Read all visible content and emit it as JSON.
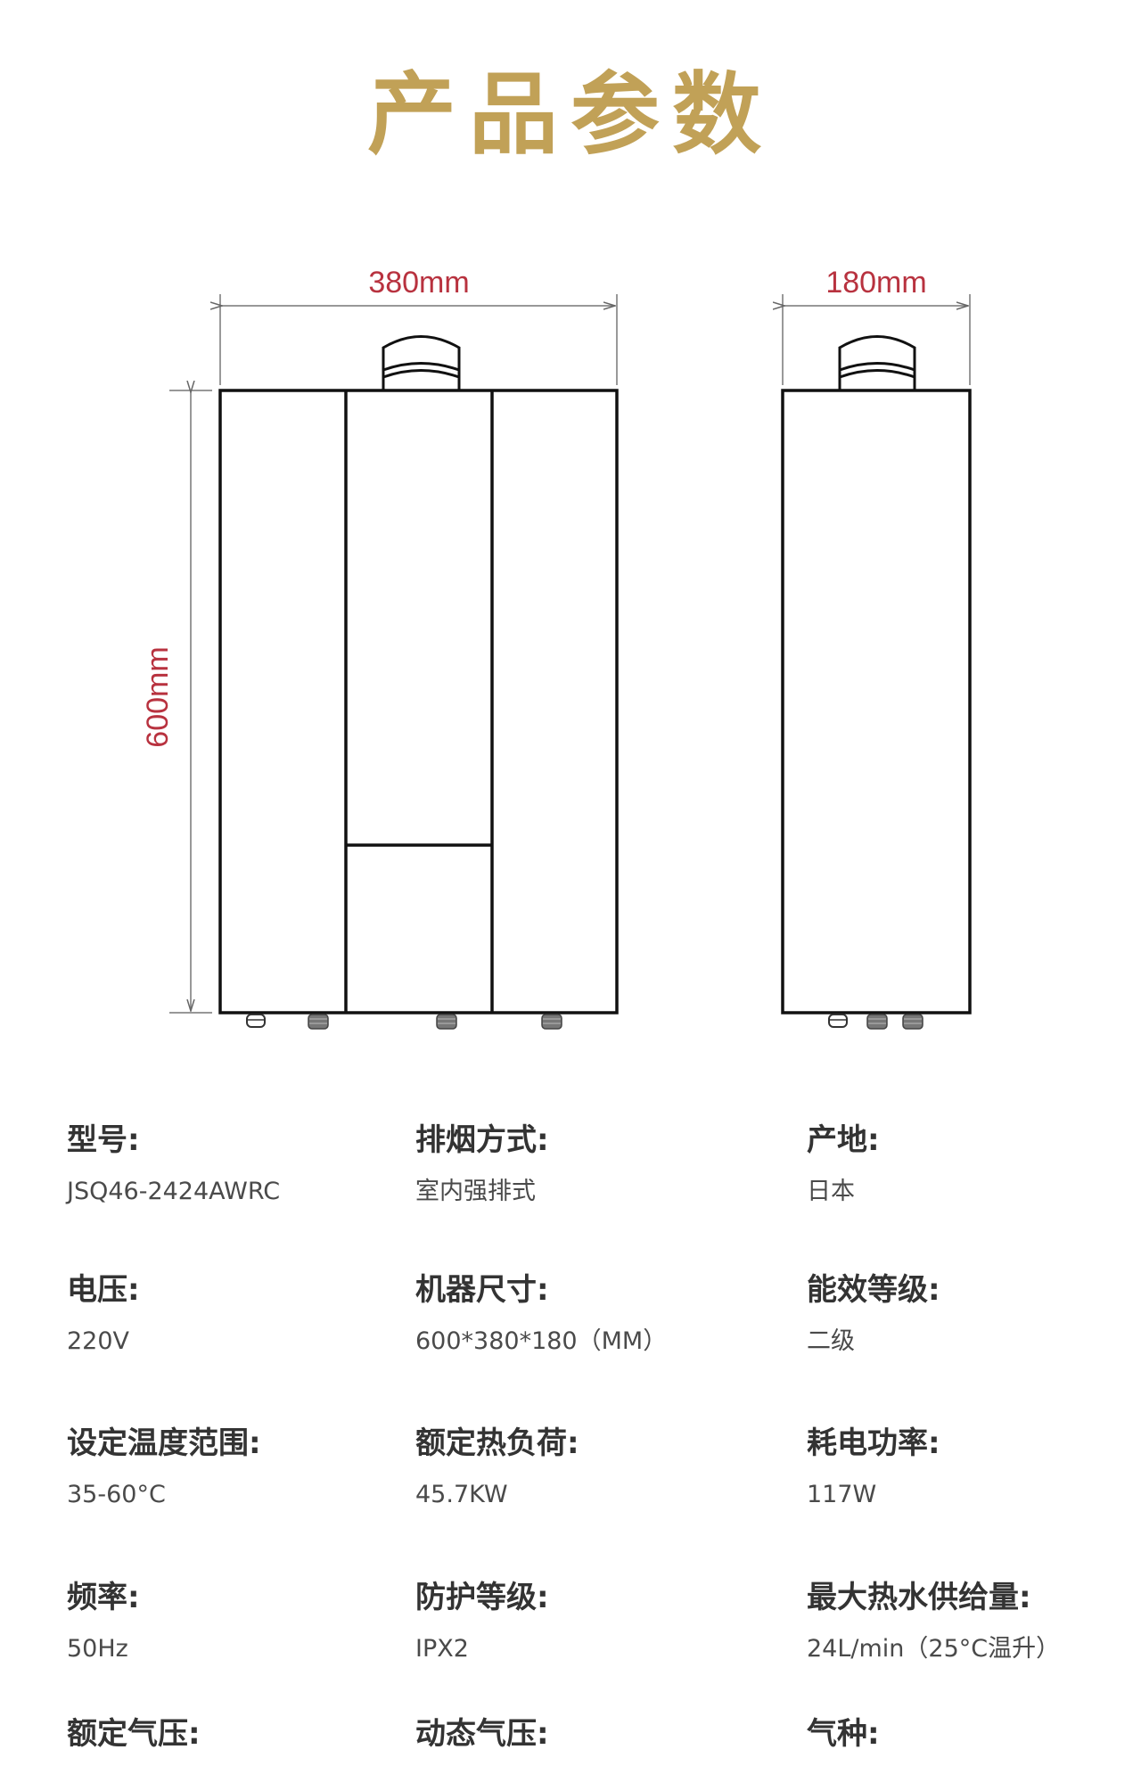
{
  "header": {
    "title": "产品参数"
  },
  "diagram": {
    "front_width_label": "380mm",
    "side_width_label": "180mm",
    "height_label": "600mm",
    "dimension_text_color": "#b8323f",
    "title_color": "#c1a157"
  },
  "specs": [
    {
      "label": "型号:",
      "value": "JSQ46-2424AWRC"
    },
    {
      "label": "排烟方式:",
      "value": "室内强排式"
    },
    {
      "label": "产地:",
      "value": "日本"
    },
    {
      "label": "电压:",
      "value": "220V"
    },
    {
      "label": "机器尺寸:",
      "value": "600*380*180（MM）"
    },
    {
      "label": "能效等级:",
      "value": "二级"
    },
    {
      "label": "设定温度范围:",
      "value": "35-60°C"
    },
    {
      "label": "额定热负荷:",
      "value": "45.7KW"
    },
    {
      "label": "耗电功率:",
      "value": "117W"
    },
    {
      "label": "频率:",
      "value": "50Hz"
    },
    {
      "label": "防护等级:",
      "value": "IPX2"
    },
    {
      "label": "最大热水供给量:",
      "value": "24L/min（25°C温升）"
    },
    {
      "label": "额定气压:",
      "value": ""
    },
    {
      "label": "动态气压:",
      "value": ""
    },
    {
      "label": "气种:",
      "value": ""
    }
  ]
}
